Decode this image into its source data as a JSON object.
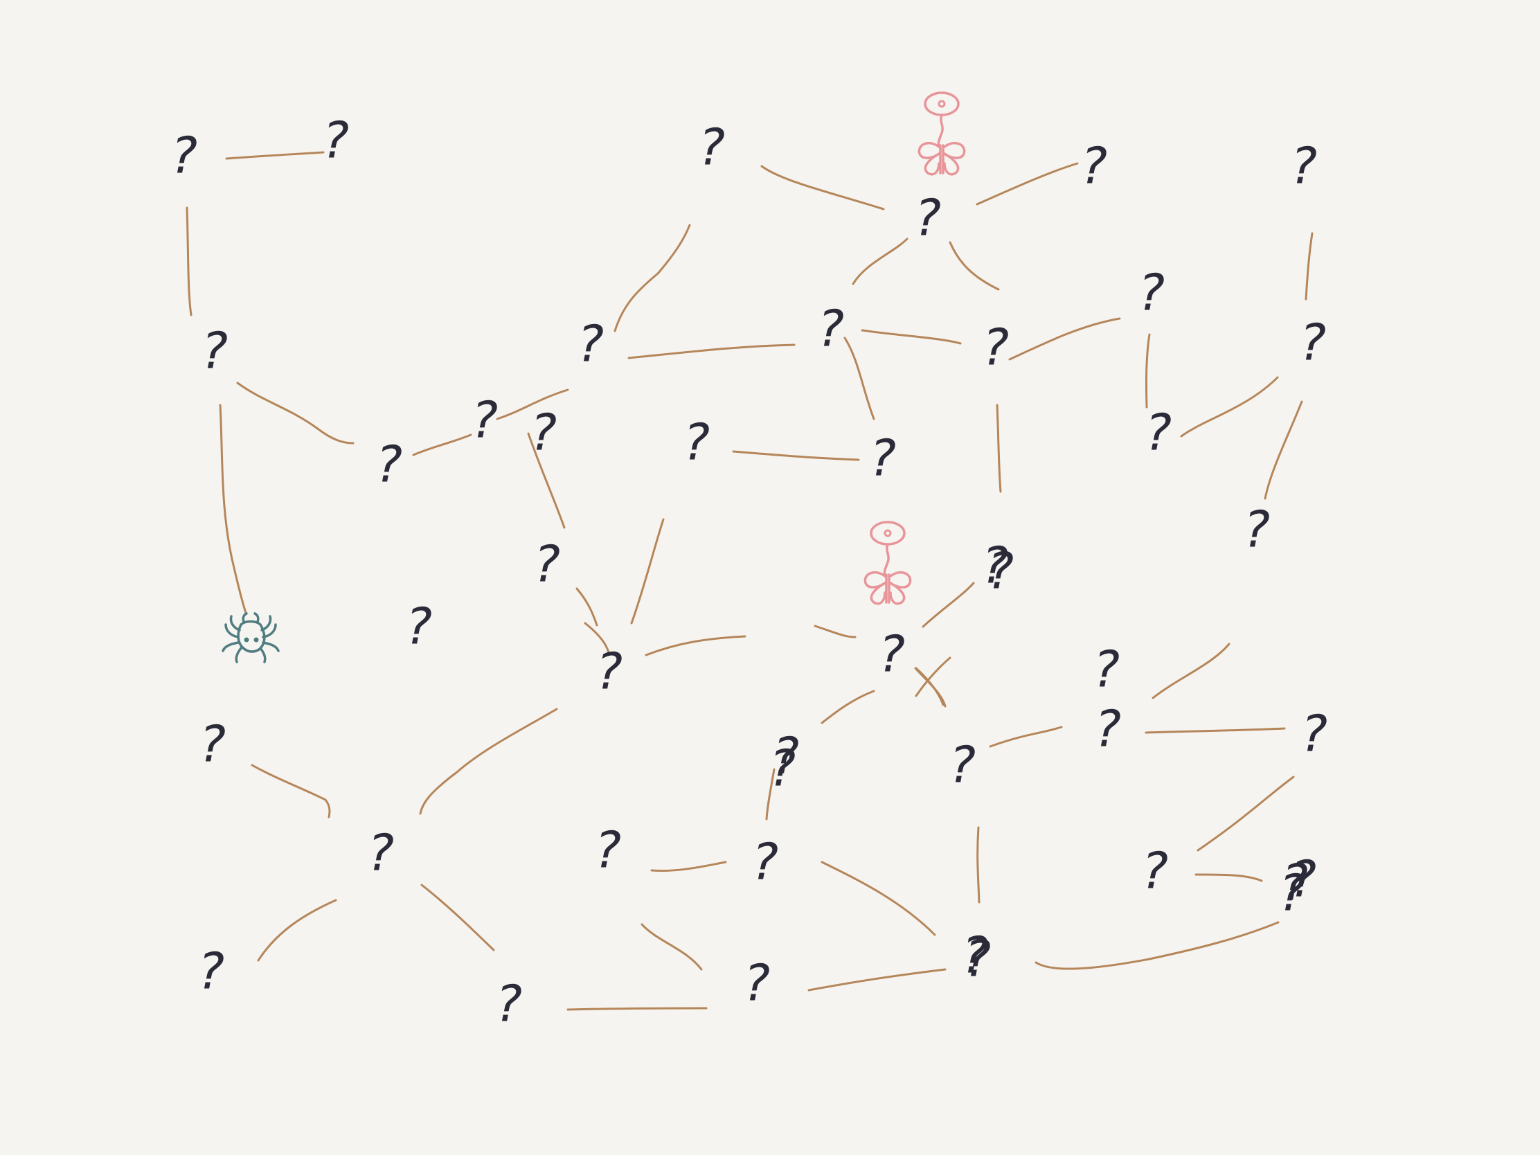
{
  "game": {
    "unknown_glyph": "?",
    "colors": {
      "background": "#f6f4f0",
      "glyph": "#2a2a38",
      "web_strand": "#b5865a",
      "spider": "#4e7c80",
      "butterfly": "#e8959a"
    },
    "spider": {
      "icon": "spider-icon"
    },
    "butterflies": [
      {
        "icon": "butterfly-icon",
        "on": "Q8"
      },
      {
        "icon": "butterfly-icon",
        "on": "Q35"
      }
    ],
    "nodes": [
      {
        "id": "Q1"
      },
      {
        "id": "Q2"
      },
      {
        "id": "Q3"
      },
      {
        "id": "Q4"
      },
      {
        "id": "Q5"
      },
      {
        "id": "Q6"
      },
      {
        "id": "Q7"
      },
      {
        "id": "Q8"
      },
      {
        "id": "Q9"
      },
      {
        "id": "Q10"
      },
      {
        "id": "Q11"
      },
      {
        "id": "Q12"
      },
      {
        "id": "Q13"
      },
      {
        "id": "Q14"
      },
      {
        "id": "Q15"
      },
      {
        "id": "Q16"
      },
      {
        "id": "Q17"
      },
      {
        "id": "Q18"
      },
      {
        "id": "Q19"
      },
      {
        "id": "Q20"
      },
      {
        "id": "Q21"
      },
      {
        "id": "Q22"
      },
      {
        "id": "Q23"
      },
      {
        "id": "Q24"
      },
      {
        "id": "Q25"
      },
      {
        "id": "Q26"
      },
      {
        "id": "Q27"
      },
      {
        "id": "Q28"
      },
      {
        "id": "Q29"
      },
      {
        "id": "Q30"
      },
      {
        "id": "Q31"
      },
      {
        "id": "Q32"
      },
      {
        "id": "Q33"
      },
      {
        "id": "Q34"
      },
      {
        "id": "Q35"
      },
      {
        "id": "Q36"
      },
      {
        "id": "Q37"
      },
      {
        "id": "Q38"
      },
      {
        "id": "Q39"
      },
      {
        "id": "Q40"
      },
      {
        "id": "Q41"
      },
      {
        "id": "Q42"
      },
      {
        "id": "Q43"
      },
      {
        "id": "Q44"
      }
    ],
    "edges": [
      [
        "Q1",
        "Q2"
      ],
      [
        "Q1",
        "Q4"
      ],
      [
        "Q4",
        "SPIDER"
      ],
      [
        "Q4",
        "Q5"
      ],
      [
        "Q5",
        "Q6"
      ],
      [
        "Q6",
        "Q7"
      ],
      [
        "Q7",
        "Q3"
      ],
      [
        "Q7",
        "Q9"
      ],
      [
        "Q3",
        "Q8"
      ],
      [
        "Q8",
        "Q10"
      ],
      [
        "Q8",
        "Q9"
      ],
      [
        "Q8",
        "Q11"
      ],
      [
        "Q9",
        "Q11"
      ],
      [
        "Q9",
        "Q12"
      ],
      [
        "Q11",
        "Q12"
      ],
      [
        "Q12",
        "Q13"
      ],
      [
        "Q13",
        "Q14"
      ],
      [
        "Q14",
        "Q15"
      ],
      [
        "Q14",
        "Q16"
      ],
      [
        "Q16",
        "Q17"
      ],
      [
        "Q6",
        "Q18"
      ],
      [
        "Q18",
        "Q19"
      ],
      [
        "Q20",
        "Q24"
      ],
      [
        "Q23",
        "Q24"
      ],
      [
        "Q24",
        "Q25"
      ],
      [
        "Q25",
        "Q35"
      ],
      [
        "Q19",
        "Q21"
      ],
      [
        "Q21",
        "Q22"
      ],
      [
        "Q22",
        "Q35"
      ],
      [
        "Q11",
        "Q26"
      ],
      [
        "Q26",
        "Q35"
      ],
      [
        "Q35",
        "Q28"
      ],
      [
        "Q35",
        "Q27"
      ],
      [
        "Q27",
        "Q29"
      ],
      [
        "Q29",
        "Q30"
      ],
      [
        "Q17",
        "Q31"
      ],
      [
        "Q31",
        "Q29"
      ],
      [
        "Q30",
        "Q32"
      ],
      [
        "Q32",
        "Q33"
      ],
      [
        "Q32",
        "Q34"
      ],
      [
        "Q24",
        "Q36"
      ],
      [
        "Q36",
        "Q37"
      ],
      [
        "Q36",
        "Q38"
      ],
      [
        "Q36",
        "Q39"
      ],
      [
        "Q39",
        "Q40"
      ],
      [
        "Q38",
        "Q41"
      ],
      [
        "Q40",
        "Q41"
      ],
      [
        "Q41",
        "Q42"
      ],
      [
        "Q28",
        "Q42"
      ],
      [
        "Q28",
        "Q43"
      ],
      [
        "Q42",
        "Q43"
      ],
      [
        "Q43",
        "Q44"
      ]
    ]
  }
}
